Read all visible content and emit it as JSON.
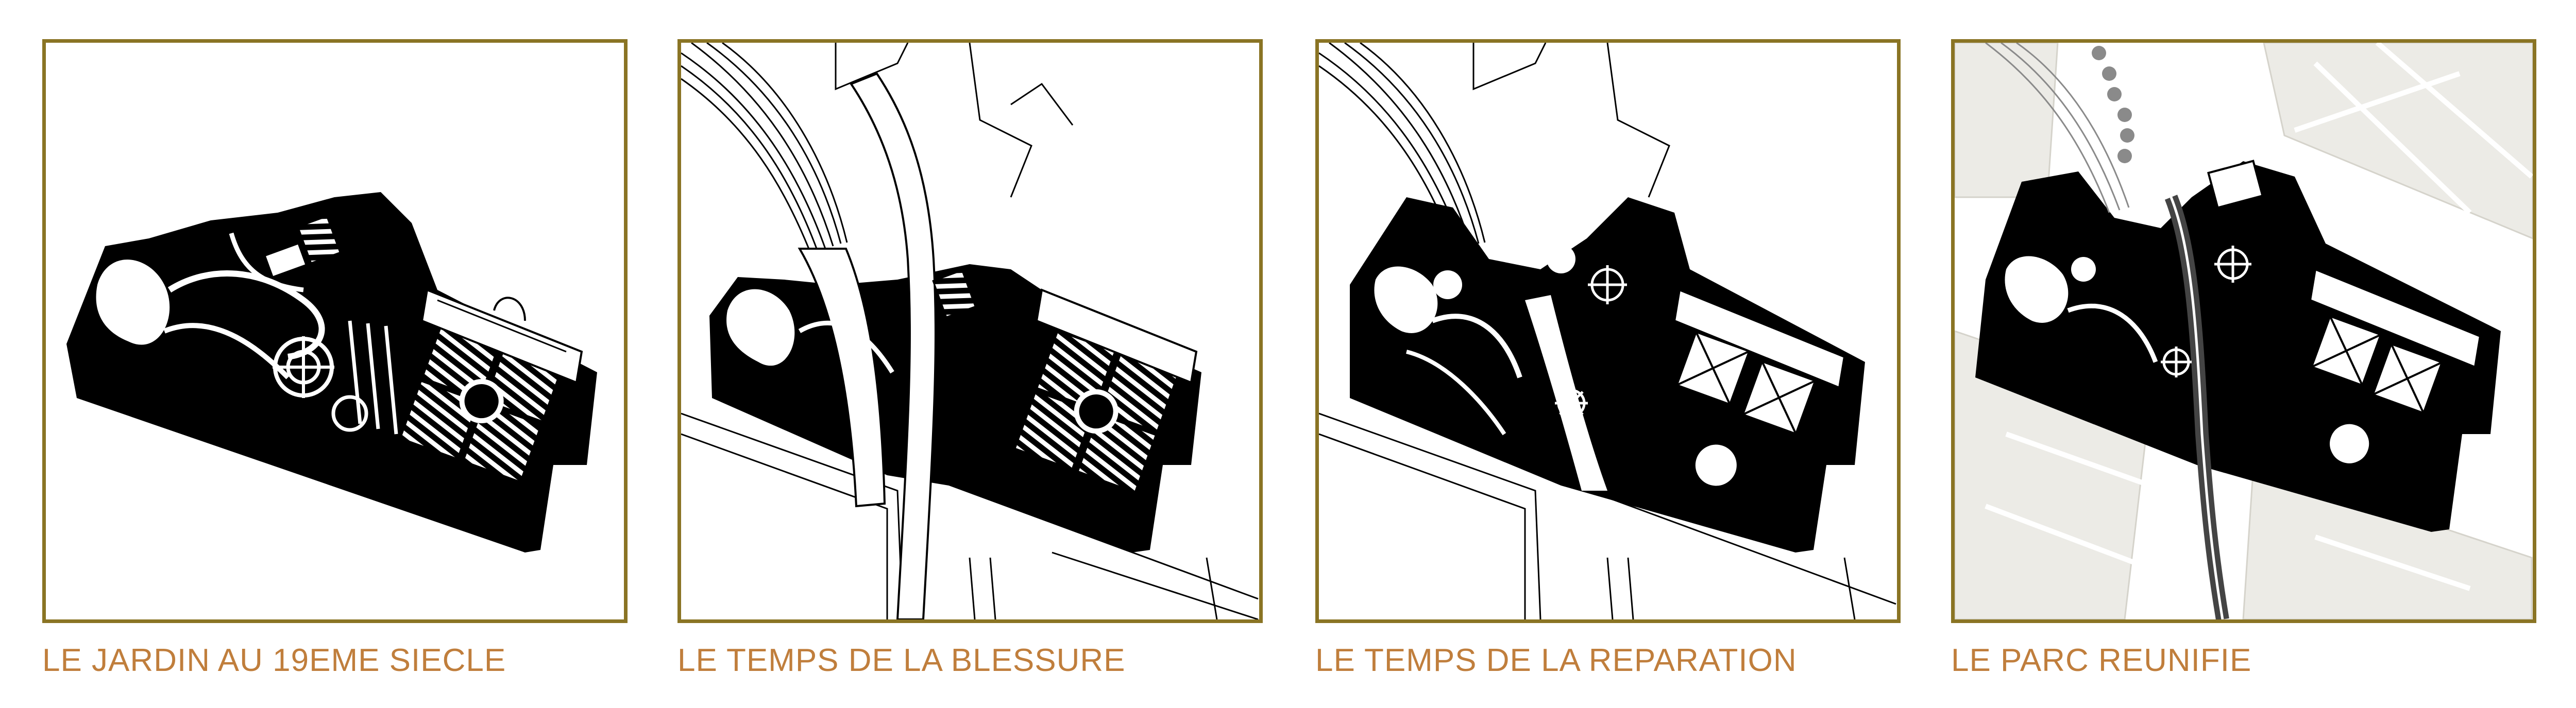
{
  "panels": [
    {
      "id": "jardin-19e",
      "caption": "LE JARDIN AU 19EME SIECLE"
    },
    {
      "id": "temps-blessure",
      "caption": "LE TEMPS DE LA BLESSURE"
    },
    {
      "id": "temps-reparation",
      "caption": "LE TEMPS DE LA REPARATION"
    },
    {
      "id": "parc-reunifie",
      "caption": "LE PARC REUNIFIE"
    }
  ],
  "colors": {
    "frame": "#8a7424",
    "caption": "#c07e3c",
    "fill": "#000000",
    "ground": "#ffffff",
    "context": "#ecebe6"
  }
}
